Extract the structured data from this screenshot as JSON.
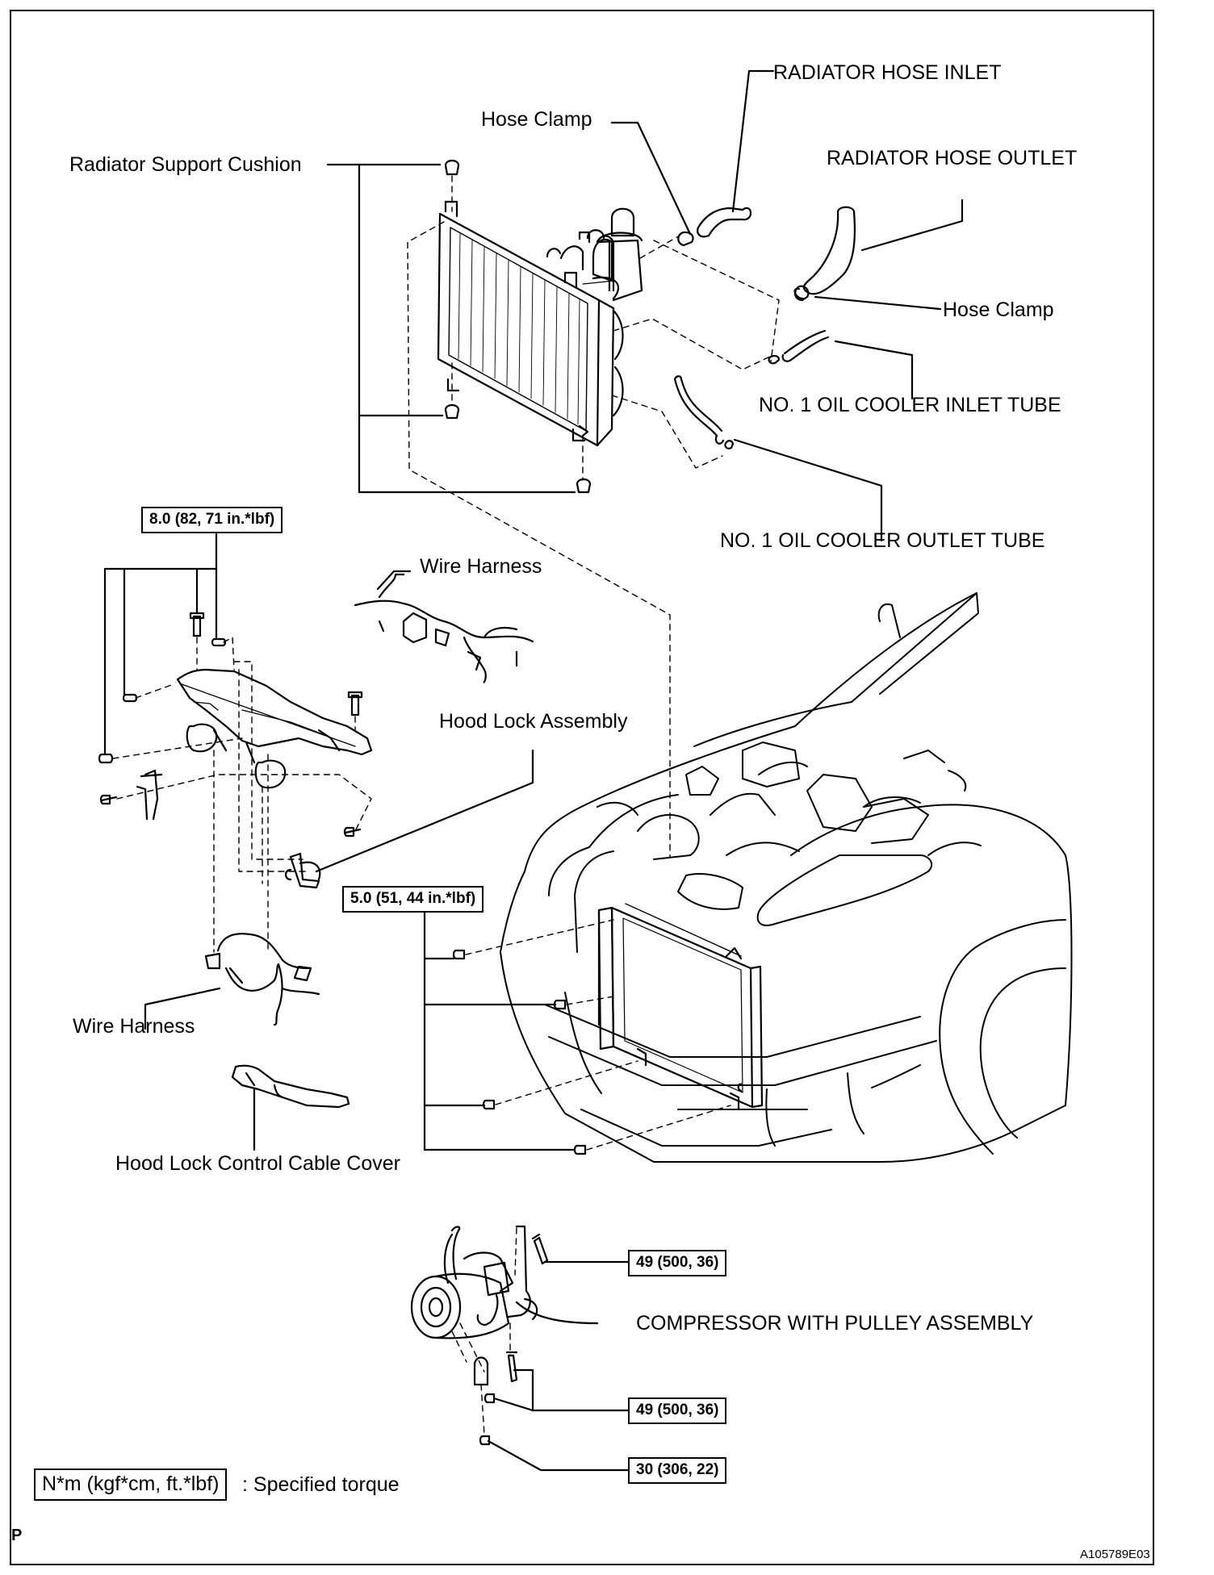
{
  "labels": {
    "radiator_hose_inlet": "RADIATOR HOSE INLET",
    "hose_clamp_top": "Hose Clamp",
    "radiator_support_cushion": "Radiator Support Cushion",
    "radiator_hose_outlet": "RADIATOR HOSE OUTLET",
    "hose_clamp_right": "Hose Clamp",
    "oil_cooler_inlet": "NO. 1 OIL COOLER INLET TUBE",
    "oil_cooler_outlet": "NO. 1 OIL COOLER OUTLET TUBE",
    "wire_harness_top": "Wire Harness",
    "hood_lock_assembly": "Hood Lock Assembly",
    "wire_harness_bottom": "Wire Harness",
    "hood_lock_cable_cover": "Hood Lock Control Cable Cover",
    "compressor": "COMPRESSOR WITH PULLEY ASSEMBLY"
  },
  "torque": {
    "support_bolts": "8.0 (82, 71 in.*lbf)",
    "condenser_bolts": "5.0 (51, 44 in.*lbf)",
    "compressor_top": "49 (500, 36)",
    "compressor_mid": "49 (500, 36)",
    "compressor_bottom": "30 (306, 22)"
  },
  "legend": {
    "unit_box": "N*m (kgf*cm, ft.*lbf)",
    "text": ": Specified torque"
  },
  "corner_letter": "P",
  "figure_id": "A105789E03"
}
